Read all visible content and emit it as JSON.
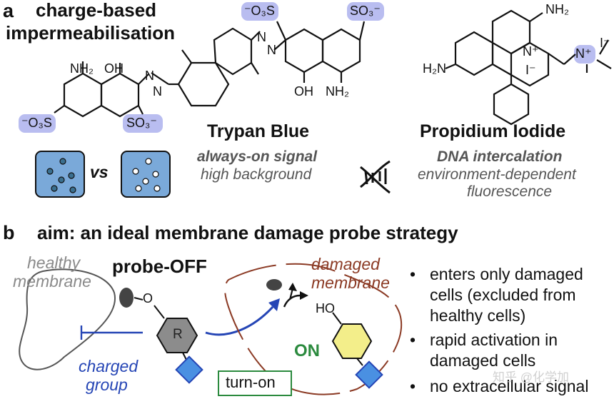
{
  "panel_a": {
    "letter": "a",
    "heading_line1": "charge-based",
    "heading_line2": "impermeabilisation",
    "trypan": {
      "name": "Trypan Blue",
      "signal_bold": "always-on signal",
      "signal_sub": "high background",
      "labels": {
        "nh2_left": "NH₂",
        "oh_left": "OH",
        "so3_left": "⁻O₃S",
        "so3_mid": "SO₃⁻",
        "so3_top_left": "⁻O₃S",
        "so3_top_right": "SO₃⁻",
        "oh_right": "OH",
        "nh2_right": "NH₂"
      },
      "vs": "vs"
    },
    "propidium": {
      "name": "Propidium Iodide",
      "bold": "DNA intercalation",
      "sub1": "environment-dependent",
      "sub2": "fluorescence",
      "labels": {
        "nh2_top": "NH₂",
        "h2n_left": "H₂N",
        "n_plus": "N⁺",
        "i_minus_1": "I⁻",
        "n_plus_2": "N⁺",
        "i_minus_2": "I⁻"
      }
    }
  },
  "panel_b": {
    "letter": "b",
    "heading": "aim: an ideal membrane damage probe strategy",
    "healthy_line1": "healthy",
    "healthy_line2": "membrane",
    "probe_off": "probe-OFF",
    "ring_r": "R",
    "o_label": "O",
    "charged_line1": "charged",
    "charged_line2": "group",
    "damaged_line1": "damaged",
    "damaged_line2": "membrane",
    "ho_label": "HO",
    "on_label": "ON",
    "turn_on": "turn-on",
    "bullets": [
      [
        "enters only damaged",
        "cells (excluded from",
        "healthy cells)"
      ],
      [
        "rapid activation in",
        "damaged cells"
      ],
      [
        "no extracellular signal"
      ]
    ],
    "bullet_char": "•"
  },
  "watermark": "知乎 @化学加",
  "colors": {
    "highlight": "#b9bdf0",
    "cell_fill": "#7aa9d9",
    "blue": "#2545b5",
    "red_brown": "#8b3a24",
    "green": "#2b8a3e",
    "yellow": "#f3ee8a",
    "grey_ring": "#8c8c8c"
  }
}
